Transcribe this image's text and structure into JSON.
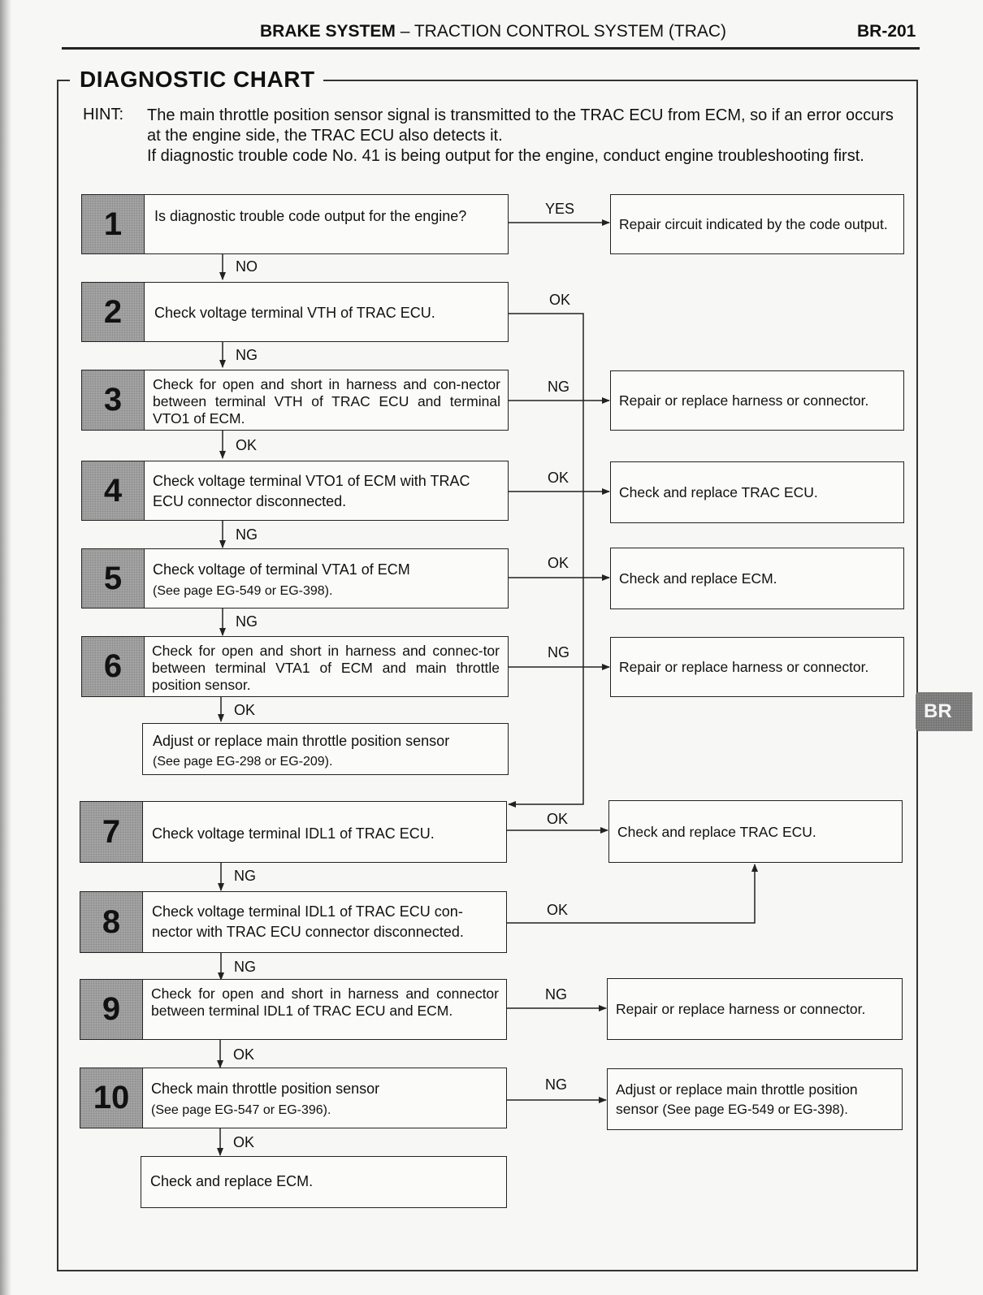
{
  "header": {
    "section_bold": "BRAKE SYSTEM",
    "section_rest": " – TRACTION CONTROL SYSTEM (TRAC)",
    "page_number": "BR-201"
  },
  "chart_title": "DIAGNOSTIC CHART",
  "hint": {
    "label": "HINT:",
    "line1": "The main throttle position sensor signal is transmitted to the TRAC ECU from ECM, so if an error occurs at the engine side, the TRAC ECU also detects it.",
    "line2": "If diagnostic trouble code No. 41 is being output for the engine, conduct engine troubleshooting first."
  },
  "steps": [
    {
      "num": "1",
      "text": "Is diagnostic trouble code output for the engine?",
      "ref": ""
    },
    {
      "num": "2",
      "text": "Check voltage terminal VTH of TRAC ECU.",
      "ref": ""
    },
    {
      "num": "3",
      "text": "Check for open and short in harness and con-nector between terminal VTH of TRAC ECU and terminal VTO1 of ECM.",
      "ref": ""
    },
    {
      "num": "4",
      "text": "Check voltage terminal VTO1 of ECM with TRAC ECU connector disconnected.",
      "ref": ""
    },
    {
      "num": "5",
      "text": "Check voltage of terminal VTA1 of ECM",
      "ref": "(See page EG-549 or EG-398)."
    },
    {
      "num": "6",
      "text": "Check for open and short in harness and connec-tor between terminal VTA1 of ECM and main throttle position sensor.",
      "ref": ""
    },
    {
      "num": "7",
      "text": "Check voltage terminal IDL1 of TRAC ECU.",
      "ref": ""
    },
    {
      "num": "8",
      "text": "Check voltage terminal IDL1 of TRAC ECU con-nector with TRAC ECU connector disconnected.",
      "ref": ""
    },
    {
      "num": "9",
      "text": "Check for open and short in harness and connector between terminal IDL1 of TRAC ECU and ECM.",
      "ref": ""
    },
    {
      "num": "10",
      "text": "Check main throttle position sensor",
      "ref": "(See page EG-547 or EG-396)."
    }
  ],
  "plain_boxes": {
    "adjust_sensor": {
      "text": "Adjust or replace main throttle position sensor",
      "ref": "(See page EG-298 or EG-209)."
    },
    "final_ecm": {
      "text": "Check and replace ECM."
    }
  },
  "results": {
    "r1": "Repair circuit indicated by the code output.",
    "r3": "Repair or replace harness or connector.",
    "r4": "Check and replace TRAC ECU.",
    "r5": "Check and replace ECM.",
    "r6": "Repair or replace harness or connector.",
    "r7": "Check and replace TRAC ECU.",
    "r9": "Repair or replace harness or connector.",
    "r10_text": "Adjust or replace main throttle position sensor",
    "r10_ref": "(See page EG-549 or EG-398)."
  },
  "branch_labels": {
    "s1_yes": "YES",
    "s1_down": "NO",
    "s2_side": "OK",
    "s2_down": "NG",
    "s3_side": "NG",
    "s3_down": "OK",
    "s4_side": "OK",
    "s4_down": "NG",
    "s5_side": "OK",
    "s5_down": "NG",
    "s6_side": "NG",
    "s6_down": "OK",
    "s7_side": "OK",
    "s7_down": "NG",
    "s8_side": "OK",
    "s8_down": "NG",
    "s9_side": "NG",
    "s9_down": "OK",
    "s10_side": "NG",
    "s10_down": "OK"
  },
  "side_tab": "BR"
}
